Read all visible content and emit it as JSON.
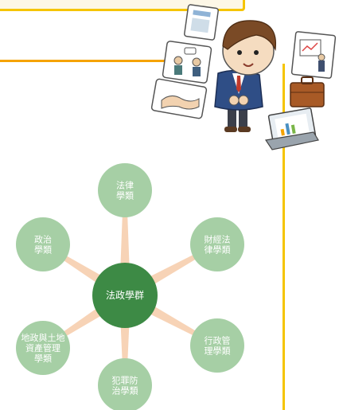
{
  "colors": {
    "frame_yellow": "#f5c400",
    "frame_fill": "#fdf7e6",
    "spoke": "#f7d3b6",
    "outer_node": "#a6cfa5",
    "center_node": "#3d8a45",
    "label": "#ffffff"
  },
  "illustration": {
    "person": "businessman-icon",
    "icons": [
      "calculator-clipboard-icon",
      "meeting-icon",
      "handshake-icon",
      "presentation-icon",
      "briefcase-icon",
      "laptop-chart-icon"
    ]
  },
  "diagram": {
    "center": {
      "label": "法政學群"
    },
    "nodes": [
      {
        "id": "law",
        "lines": [
          "法律",
          "學類"
        ]
      },
      {
        "id": "finance-law",
        "lines": [
          "財經法",
          "律學類"
        ]
      },
      {
        "id": "public-admin",
        "lines": [
          "行政管",
          "理學類"
        ]
      },
      {
        "id": "crime",
        "lines": [
          "犯罪防",
          "治學類"
        ]
      },
      {
        "id": "land",
        "lines": [
          "地政與土地",
          "資產管理",
          "學類"
        ]
      },
      {
        "id": "politics",
        "lines": [
          "政治",
          "學類"
        ]
      }
    ]
  }
}
